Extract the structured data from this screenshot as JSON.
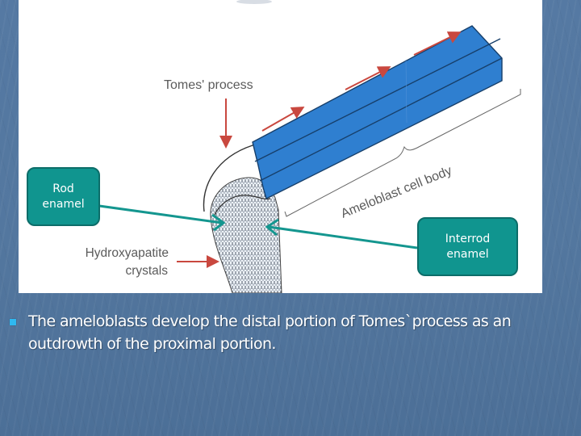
{
  "slide": {
    "figure": {
      "labels": {
        "tomes_process": "Tomes' process",
        "amelobast_cell_body": "Ameloblast cell body",
        "hydroxyapatite_line1": "Hydroxyapatite",
        "hydroxyapatite_line2": "crystals"
      },
      "callouts": [
        {
          "line1": "Rod",
          "line2": "enamel"
        },
        {
          "line1": "Interrod",
          "line2": "enamel"
        }
      ],
      "colors": {
        "cell_body": "#2f7fd0",
        "cell_outline": "#173f6a",
        "arrow_red": "#c9483f",
        "callout_fill": "#10958f",
        "callout_arrow": "#14968f"
      }
    },
    "bullets": [
      {
        "text": "The ameloblasts develop the distal portion of Tomes`process as an outdrowth of the proximal portion."
      }
    ],
    "colors": {
      "background": "#53779f",
      "bullet": "#2fb8f0",
      "text": "#ffffff"
    }
  }
}
